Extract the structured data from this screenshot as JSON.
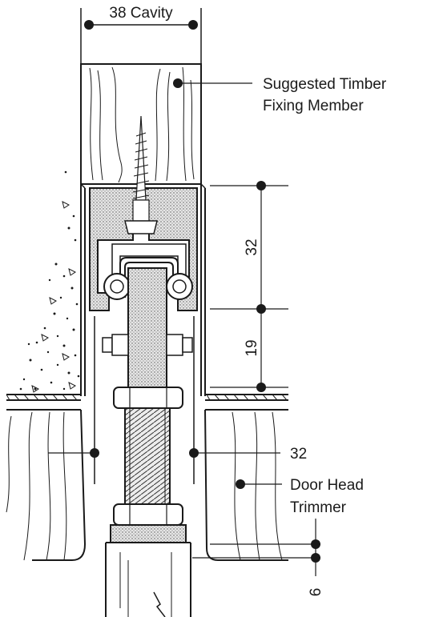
{
  "labels": {
    "cavity": "38 Cavity",
    "timber_line1": "Suggested Timber",
    "timber_line2": "Fixing Member",
    "dim_32_vertical": "32",
    "dim_19": "19",
    "dim_32_horizontal": "32",
    "trimmer_line1": "Door Head",
    "trimmer_line2": "Trimmer",
    "dim_6": "6"
  },
  "colors": {
    "ink": "#1a1a1a",
    "stipple_fill": "#d9d9d9",
    "paper": "#ffffff"
  }
}
